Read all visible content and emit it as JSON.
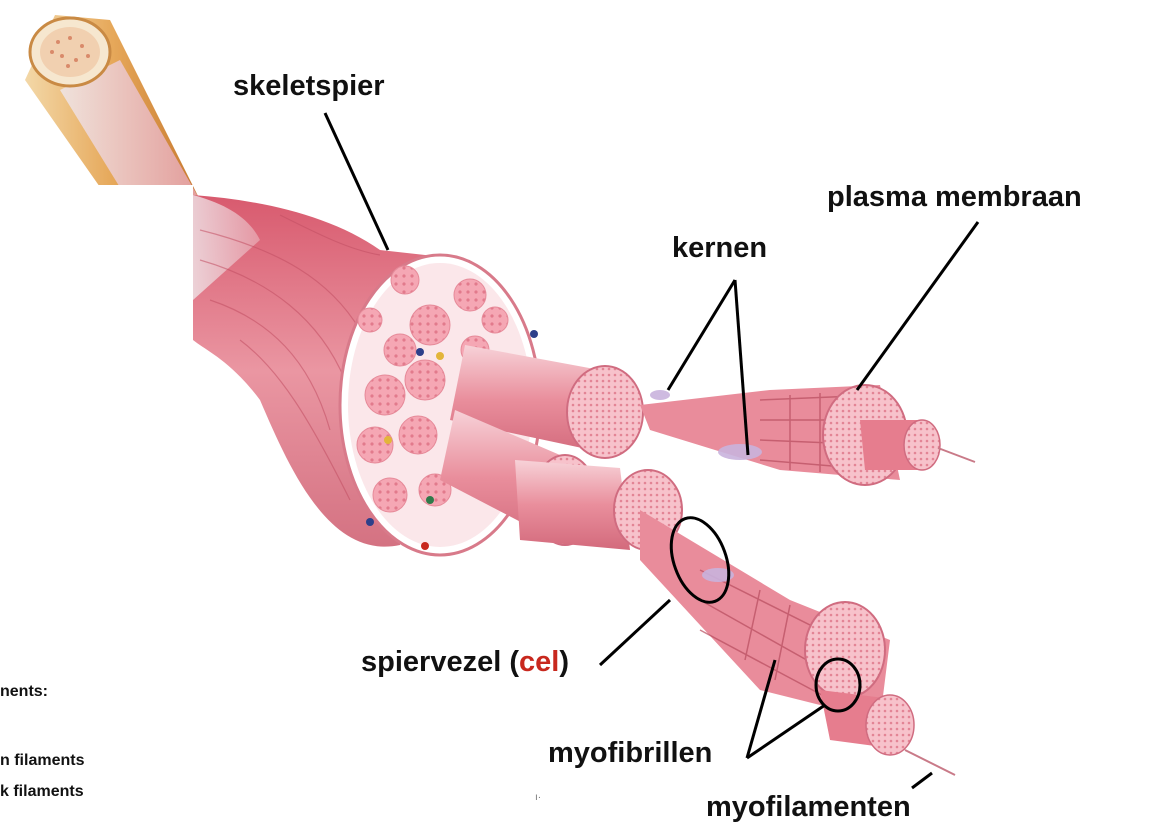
{
  "labels": {
    "skeletal_muscle": "skeletspier",
    "plasma_membrane": "plasma membraan",
    "nuclei": "kernen",
    "muscle_fiber": "spiervezel (",
    "muscle_fiber_cell": "cel",
    "muscle_fiber_close": ")",
    "myofibrils": "myofibrillen",
    "myofilaments": "myofilamenten"
  },
  "cropped_text": {
    "line1": "nents:",
    "line2": "n filaments",
    "line3": "k filaments"
  },
  "colors": {
    "muscle": "#e07f8c",
    "muscle_light": "#f4b8c2",
    "muscle_dark": "#b84c5e",
    "tendon": "#e0a050",
    "highlight_red": "#c8281e"
  }
}
